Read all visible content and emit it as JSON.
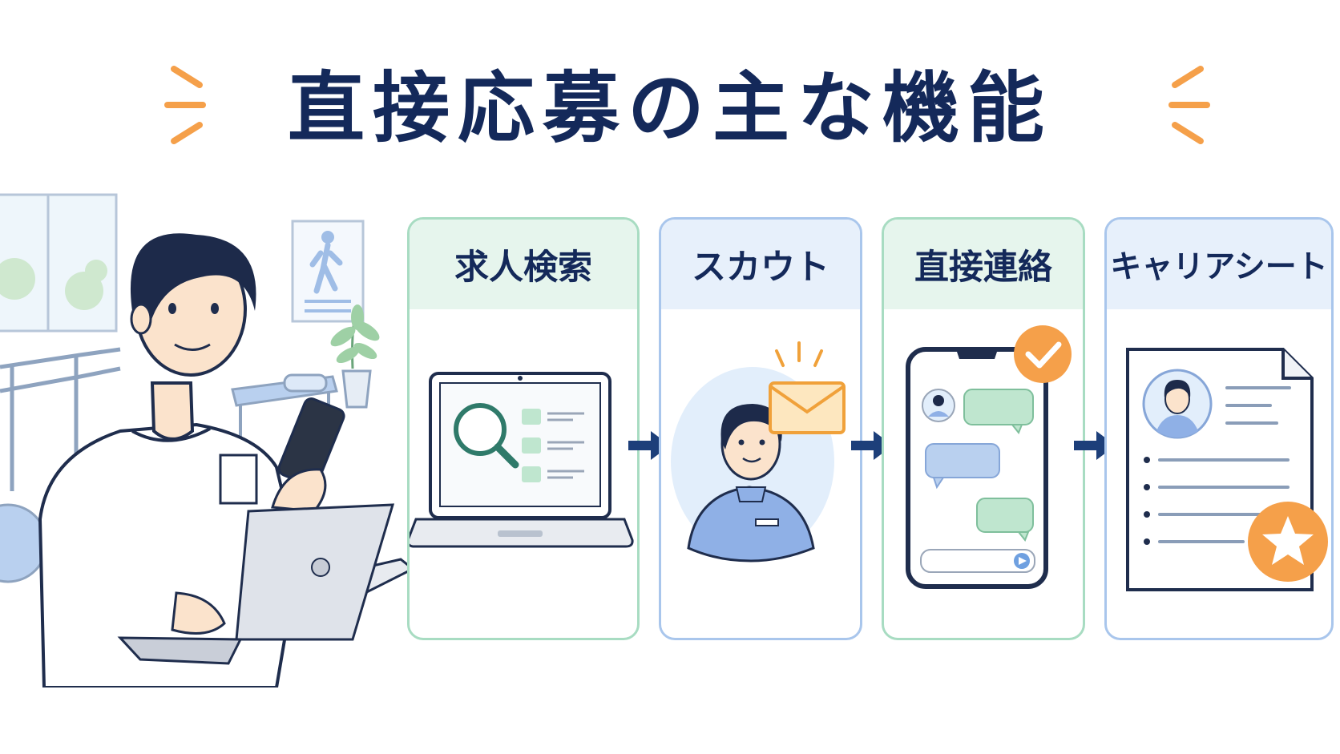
{
  "title": "直接応募の主な機能",
  "cards": [
    {
      "title": "求人検索",
      "illustration": "laptop-search"
    },
    {
      "title": "スカウト",
      "illustration": "person-mail"
    },
    {
      "title": "直接連絡",
      "illustration": "phone-chat"
    },
    {
      "title": "キャリアシート",
      "illustration": "resume-star"
    }
  ],
  "colors": {
    "title": "#14295a",
    "accent_orange": "#f5a04a",
    "green": "#a8dcc2",
    "blue": "#a9c6ec",
    "arrow": "#1d3f7a"
  }
}
